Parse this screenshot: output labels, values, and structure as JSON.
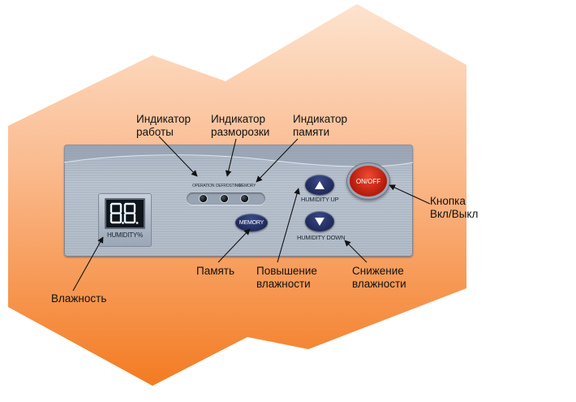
{
  "colors": {
    "background_orange_light": "#fbc49c",
    "background_orange_dark": "#f47a20",
    "panel": "#b2bcc9",
    "button_blue": "#26316a",
    "button_red": "#e02a16"
  },
  "panel": {
    "display_digits": "8.8.",
    "display_label": "HUMIDITY%",
    "led_labels": {
      "operation": "OPERATION",
      "defrosting": "DEFROSTING",
      "memory": "MEMORY"
    },
    "buttons": {
      "memory": "MEMORY",
      "humidity_up": "HUMIDITY UP",
      "humidity_down": "HUMIDITY DOWN",
      "on_off": "ON/OFF"
    }
  },
  "callouts": {
    "operation_indicator": "Индикатор\nработы",
    "defrost_indicator": "Индикатор\nразморозки",
    "memory_indicator": "Индикатор\nпамяти",
    "power_button": "Кнопка\nВкл/Выкл",
    "memory": "Память",
    "humidity_up": "Повышение\nвлажности",
    "humidity_down": "Снижение\nвлажности",
    "humidity": "Влажность"
  }
}
